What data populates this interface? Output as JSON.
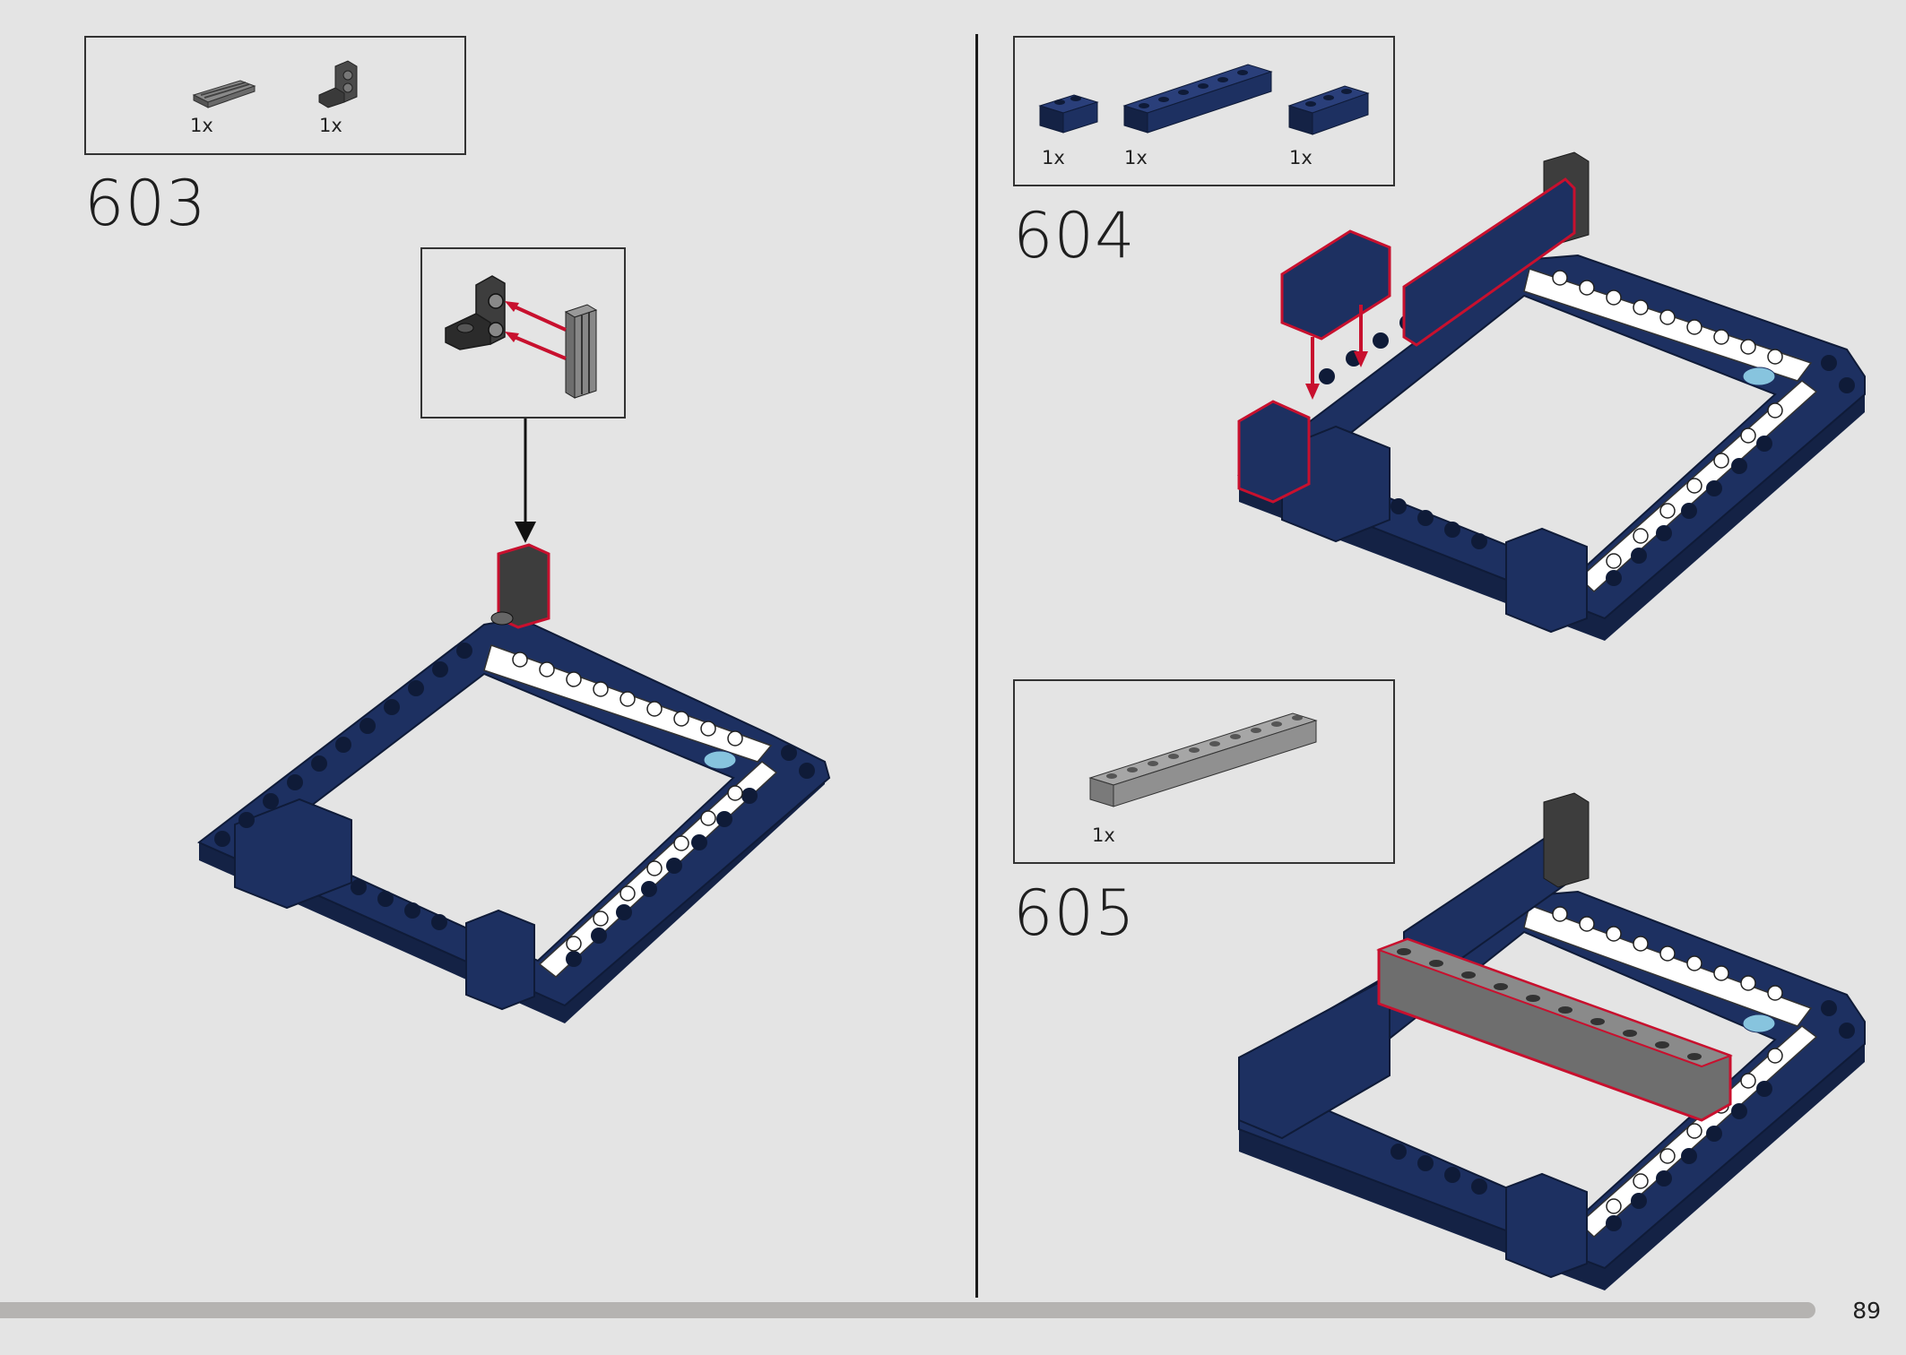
{
  "page": {
    "number": "89",
    "background": "#e4e4e4"
  },
  "colors": {
    "dark_blue": "#1d3061",
    "dark_blue_side": "#142245",
    "white_tile": "#ffffff",
    "dark_gray": "#3d3d3d",
    "medium_gray": "#6e6e6e",
    "light_gray": "#9b9b9b",
    "light_blue": "#87c4de",
    "highlight_red": "#c8102e"
  },
  "steps": [
    {
      "number": "603",
      "parts": [
        {
          "qty": "1x",
          "icon": "grille-plate-icon"
        },
        {
          "qty": "1x",
          "icon": "angle-bracket-icon"
        }
      ]
    },
    {
      "number": "604",
      "parts": [
        {
          "qty": "1x",
          "icon": "brick-1x2-dark-blue-icon"
        },
        {
          "qty": "1x",
          "icon": "brick-1x6-dark-blue-icon"
        },
        {
          "qty": "1x",
          "icon": "brick-1x3-dark-blue-icon"
        }
      ]
    },
    {
      "number": "605",
      "parts": [
        {
          "qty": "1x",
          "icon": "brick-1x10-gray-icon"
        }
      ]
    }
  ]
}
